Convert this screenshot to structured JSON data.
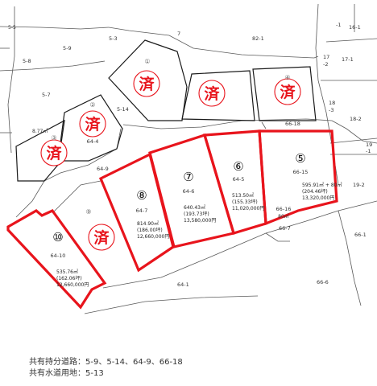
{
  "map": {
    "stamp_text": "済",
    "parcels": [
      {
        "id": "p1",
        "circle": "①"
      },
      {
        "id": "p2",
        "circle": "②",
        "lot": "64-4",
        "area": "8.77㎡"
      },
      {
        "id": "p3",
        "circle": "③"
      },
      {
        "id": "p4",
        "circle": "④"
      },
      {
        "id": "p9",
        "circle": "⑨"
      },
      {
        "id": "p10",
        "number": "⑩",
        "lot": "64-10",
        "area": "535.76㎡",
        "tsubo": "(162.06坪)",
        "price": "12,660,000円"
      },
      {
        "id": "p8",
        "number": "⑧",
        "lot": "64-7",
        "area": "814.90㎡",
        "tsubo": "(186.00坪)",
        "price": "12,660,000円"
      },
      {
        "id": "p7",
        "number": "⑦",
        "lot": "64-6",
        "area": "640.43㎡",
        "tsubo": "(193.73坪)",
        "price": "13,580,000円"
      },
      {
        "id": "p6",
        "number": "⑥",
        "lot": "64-5",
        "area": "513.50㎡",
        "tsubo": "(155.33坪)",
        "price": "11,020,000円"
      },
      {
        "id": "p5",
        "number": "⑤",
        "lot": "66-15",
        "area": "595.91㎡ + 80㎡",
        "tsubo": "(204.46坪)",
        "price": "13,320,000円",
        "sublot": "66-16",
        "subarea": "80㎡"
      }
    ],
    "lot_labels": [
      "5-5",
      "5-9",
      "5-3",
      "7",
      "82-1",
      "16-1",
      "-1",
      "17",
      "-2",
      "17-1",
      "5-8",
      "5-7",
      "5-14",
      "66-18",
      "18",
      "-3",
      "18-2",
      "19",
      "-1",
      "64-9",
      "19-2",
      "66-7",
      "66-1",
      "64-1",
      "66-6"
    ]
  },
  "footer": {
    "line1": "共有持分道路：5-9、5-14、64-9、66-18",
    "line2": "共有水道用地：5-13"
  }
}
